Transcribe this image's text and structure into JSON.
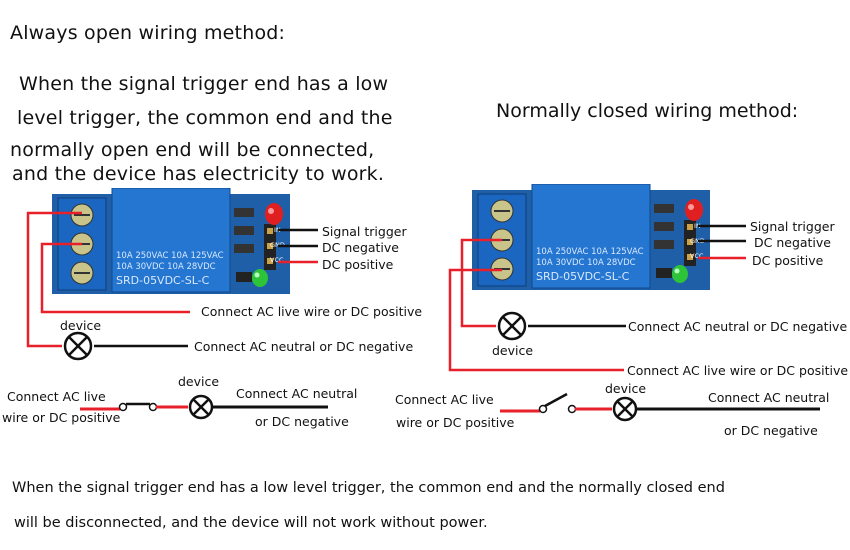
{
  "left": {
    "heading": "Always open wiring method:",
    "description": [
      "When the signal trigger end has a low",
      "level trigger, the common end and the",
      "normally open end will be connected,",
      "and the device has electricity to work."
    ],
    "pins": [
      "Signal trigger",
      "DC negative",
      "DC positive"
    ],
    "live_label": "Connect AC live wire or DC positive",
    "device_label": "device",
    "neutral_label": "Connect AC neutral or DC negative",
    "bottom": {
      "live_line1": "Connect AC live",
      "live_line2": "wire or DC positive",
      "device": "device",
      "neutral_line1": "Connect AC neutral",
      "neutral_line2": "or DC negative"
    }
  },
  "right": {
    "heading": "Normally closed wiring method:",
    "pins": [
      "Signal trigger",
      "DC negative",
      "DC positive"
    ],
    "neutral_label": "Connect AC neutral or DC negative",
    "device_label": "device",
    "live_label": "Connect AC live wire or DC positive",
    "bottom": {
      "live_line1": "Connect AC live",
      "live_line2": "wire or DC positive",
      "device": "device",
      "neutral_line1": "Connect AC neutral",
      "neutral_line2": "or DC negative"
    }
  },
  "relay": {
    "spec1": "10A 250VAC  10A 125VAC",
    "spec2": "10A  30VDC  10A  28VDC",
    "model": "SRD-05VDC-SL-C",
    "pin_in": "IN",
    "pin_gnd": "GND",
    "pin_vcc": "VCC"
  },
  "footer": {
    "line1": "When the signal trigger end has a low level trigger, the common end and the normally closed end",
    "line2": "will be disconnected, and the device will not work without power."
  },
  "colors": {
    "wire_red": "#e8202a",
    "wire_black": "#111111",
    "board_blue": "#1f5fa8",
    "relay_blue": "#2476d0",
    "led_red": "#e02020",
    "led_green": "#2ec43a"
  }
}
